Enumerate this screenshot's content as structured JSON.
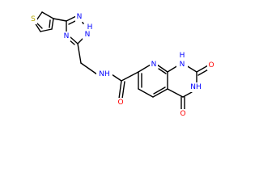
{
  "molecule": {
    "colors": {
      "bond": "#000000",
      "N": "#0000ff",
      "O": "#ff0000",
      "S": "#b3a600",
      "background": "#ffffff"
    },
    "labels": {
      "S": "S",
      "N_triazole_1": "N",
      "N_triazole_2": "N",
      "NH_triazole": "H",
      "NH_triazole_N": "N",
      "NH_amide": "NH",
      "O_amide": "O",
      "N_pyridine": "N",
      "NH_ring_H": "H",
      "NH_ring_N": "N",
      "NH_imide": "NH",
      "O_top": "O",
      "O_bottom": "O"
    }
  }
}
